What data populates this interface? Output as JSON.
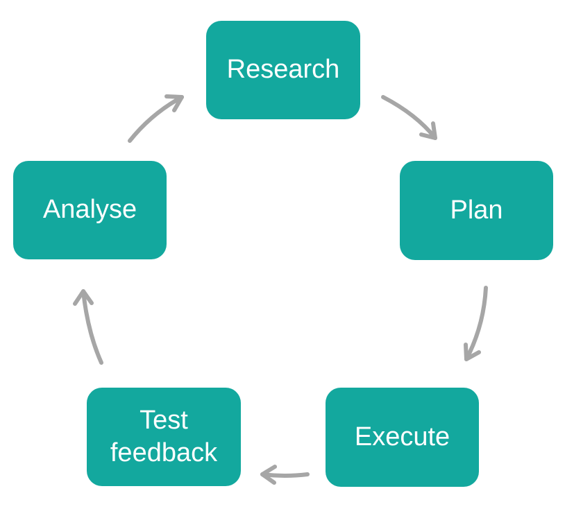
{
  "colors": {
    "box_fill": "#13a89e",
    "box_text": "#ffffff",
    "arrow": "#a6a6a6",
    "background": "#ffffff"
  },
  "cycle": {
    "steps": [
      {
        "id": "research",
        "label_lines": [
          "Research"
        ]
      },
      {
        "id": "plan",
        "label_lines": [
          "Plan"
        ]
      },
      {
        "id": "execute",
        "label_lines": [
          "Execute"
        ]
      },
      {
        "id": "test-feedback",
        "label_lines": [
          "Test",
          "feedback"
        ]
      },
      {
        "id": "analyse",
        "label_lines": [
          "Analyse"
        ]
      }
    ],
    "flow": [
      {
        "from": "research",
        "to": "plan",
        "icon": "curved-arrow-icon"
      },
      {
        "from": "plan",
        "to": "execute",
        "icon": "curved-arrow-icon"
      },
      {
        "from": "execute",
        "to": "test-feedback",
        "icon": "curved-arrow-icon"
      },
      {
        "from": "test-feedback",
        "to": "analyse",
        "icon": "curved-arrow-icon"
      },
      {
        "from": "analyse",
        "to": "research",
        "icon": "curved-arrow-icon"
      }
    ]
  }
}
